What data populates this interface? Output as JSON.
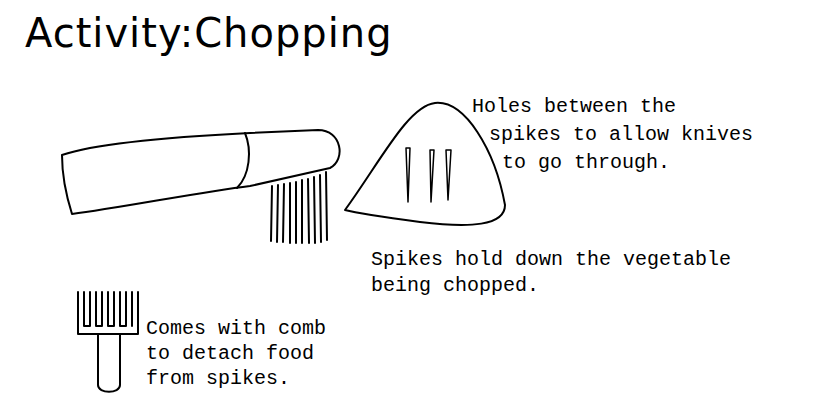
{
  "diagram": {
    "title": "Activity:Chopping",
    "labels": [
      "Holes between the spikes to allow knives to go through.",
      "Spikes hold down the vegetable being chopped.",
      "Comes with comb to detach food from spikes."
    ]
  }
}
